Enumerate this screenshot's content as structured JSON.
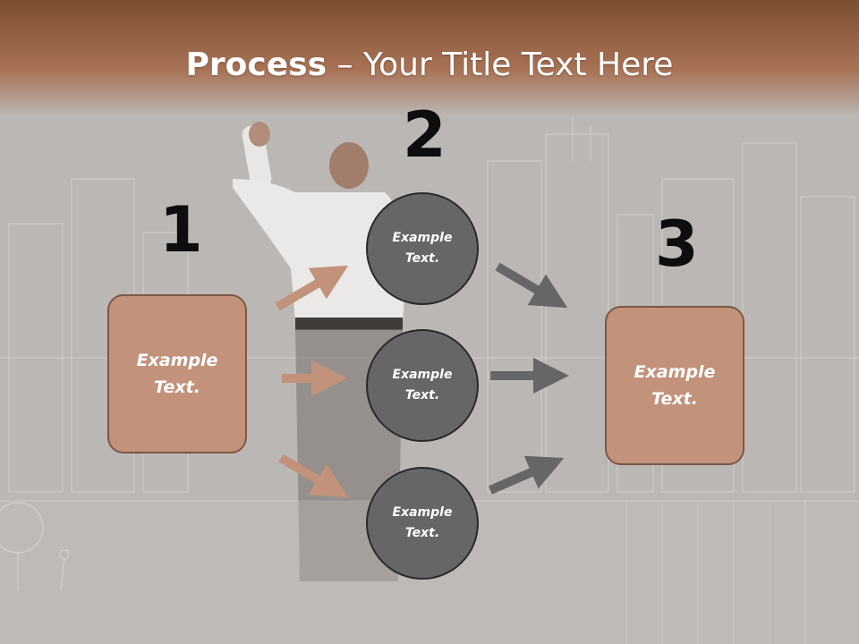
{
  "slide": {
    "title_bold": "Process",
    "title_rest": " – Your Title Text Here",
    "steps": [
      {
        "number": "1",
        "label": "Example Text."
      },
      {
        "number": "2",
        "label": "Example Text."
      },
      {
        "number": "3",
        "label": "Example Text."
      }
    ],
    "circles": [
      {
        "label": "Example Text."
      },
      {
        "label": "Example Text."
      },
      {
        "label": "Example Text."
      }
    ]
  },
  "colors": {
    "title_band": "#a87255",
    "box_fill": "#c2927a",
    "circle_fill": "#666666",
    "arrow_brown": "#c2927a",
    "arrow_gray": "#666666"
  }
}
